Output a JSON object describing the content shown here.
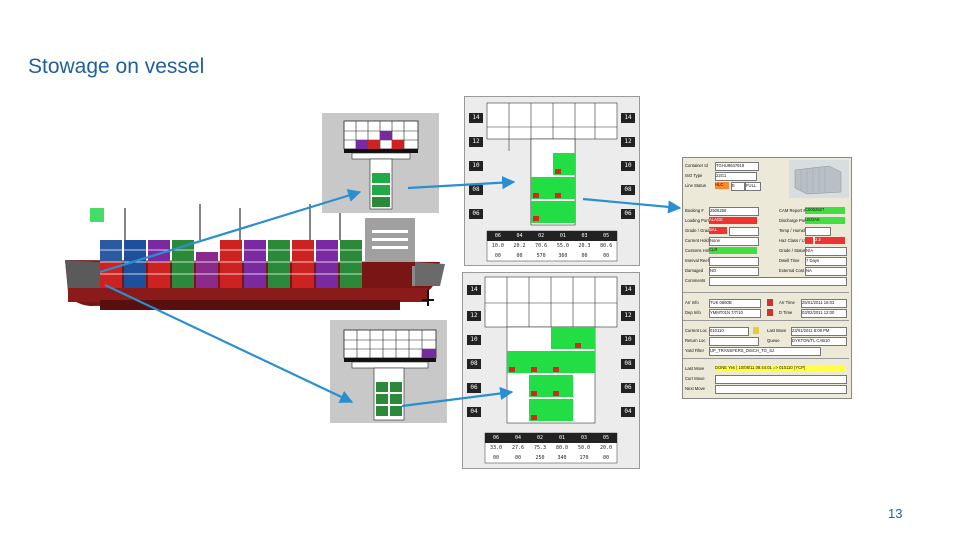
{
  "slide": {
    "title": "Stowage on vessel",
    "page_number": "13"
  },
  "colors": {
    "hull": "#8b1a1a",
    "hull_dark": "#5a0f0f",
    "superstructure": "#8a8a8a",
    "container_green": "#2a8a3a",
    "container_red": "#cc2222",
    "container_purple": "#7a2aa0",
    "container_blue": "#1f4f9a",
    "cell_green": "#22dd44",
    "cell_red": "#dd2222",
    "arrow": "#2a8fd0"
  },
  "icons": {
    "arrow": "arrow-icon",
    "container_photo": "container-photo-icon"
  },
  "stowage_grid_top": {
    "row_labels": [
      "14",
      "12",
      "10",
      "08",
      "06"
    ],
    "footer_row1": [
      "06",
      "04",
      "02",
      "01",
      "03",
      "05"
    ],
    "footer_row2": [
      "10.0",
      "20.2",
      "70.6",
      "55.0",
      "20.3",
      "80.6"
    ],
    "footer_row3": [
      "00",
      "00",
      "570",
      "360",
      "00",
      "00"
    ]
  },
  "stowage_grid_bottom": {
    "row_labels": [
      "14",
      "12",
      "10",
      "08",
      "06",
      "04"
    ],
    "footer_row1": [
      "06",
      "04",
      "02",
      "01",
      "03",
      "05"
    ],
    "footer_row2": [
      "33.0",
      "27.6",
      "75.3",
      "80.0",
      "50.0",
      "20.0"
    ],
    "footer_row3": [
      "00",
      "00",
      "250",
      "340",
      "170",
      "00"
    ]
  },
  "detail": {
    "container_id_label": "Container Id",
    "container_id_value": "TGHU9647919",
    "iso_type_label": "ISO Type",
    "iso_type_value": "22G1",
    "line_status_label": "Line Status",
    "line_status_value": "HLC",
    "line_status_e": "E",
    "line_status_full": "FULL",
    "booking_label": "Booking #",
    "booking_value": "2506258",
    "cam_label": "CAM Report #",
    "cam_value": "C0002527",
    "loading_port_label": "Loading Port",
    "loading_port_value": "ALAGE",
    "discharge_port_label": "Discharge Port",
    "discharge_port_value": "USOAK",
    "grade_label": "Grade / Grade",
    "grade_value": "BAL",
    "temp_label": "Temp / Humid",
    "current_hold_label": "Current Hold",
    "current_hold_value": "None",
    "haz_class_label": "Haz Class / UN",
    "haz_class_value": "2.2",
    "customs_hold_label": "Customs Hold",
    "customs_hold_value": "CLR",
    "grade_status_label": "Grade / Status",
    "grade_status_value": "N/A",
    "interval_label": "Interval Reefr",
    "dwell_label": "Dwell Time",
    "dwell_value": "7 Days",
    "damaged_label": "Damaged",
    "damaged_value": "NO",
    "external_cost_label": "External Cost",
    "external_cost_value": "NA",
    "comments_label": "Comments",
    "arr_label": "Arr Info",
    "arr_value": "TUK 0860B",
    "arr_time_label": "Arr Time",
    "arr_time_value": "25/01/2011 18:03",
    "dep_label": "Dep Info",
    "dep_value": "YMMT01N 7/7/10",
    "dep_time_label": "D Time",
    "dep_time_value": "03/02/2011 12:00",
    "current_loc_label": "Current Loc",
    "current_loc_value": "010110",
    "last_move_label": "Last Move",
    "last_move_value": "23/01/2011 8:09 PM",
    "return_loc_label": "Return Loc",
    "queue_label": "Queue",
    "queue_value": "DYKTON/TL CAB10",
    "yard_label": "Yard Filter",
    "yard_value": "UP_TRANSFERS_DISCH_TO_SJ",
    "last_move2_label": "Last Move",
    "last_move2_value": "DONE  Yes | 10/08/11 08:44:01 => 010110 (YCP)",
    "curr_move_label": "Curr Move",
    "next_move_label": "Next Move"
  }
}
